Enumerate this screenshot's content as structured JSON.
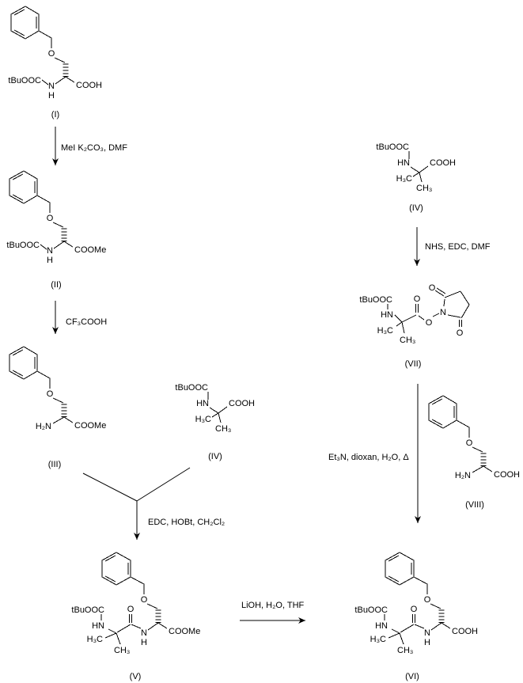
{
  "scheme": {
    "background_color": "#ffffff",
    "line_color": "#000000",
    "atoms": {
      "tBuOOC": "tBuOOC",
      "COOH": "COOH",
      "COOMe": "COOMe",
      "O": "O",
      "N": "N",
      "H": "H",
      "HN": "HN",
      "H2N": "H₂N",
      "H3C": "H₃C",
      "CH3": "CH₃"
    },
    "compound_labels": {
      "I": "(I)",
      "II": "(II)",
      "III": "(III)",
      "IV": "(IV)",
      "V": "(V)",
      "VI": "(VI)",
      "VII": "(VII)",
      "VIII": "(VIII)"
    },
    "reagents": {
      "i_to_ii": "MeI K₂CO₃, DMF",
      "ii_to_iii": "CF₃COOH",
      "iii_iv_to_v": "EDC, HOBt, CH₂Cl₂",
      "v_to_vi": "LiOH, H₂O, THF",
      "iv_to_vii": "NHS, EDC, DMF",
      "vii_to_vi": "Et₃N, dioxan, H₂O, Δ"
    }
  }
}
